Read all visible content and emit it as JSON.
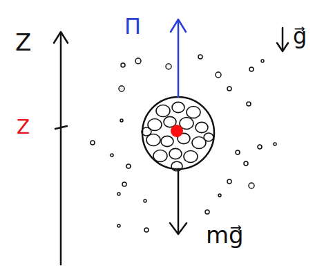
{
  "diagram": {
    "labels": [
      "Z",
      "Z",
      "Π",
      "g⃗",
      "mg⃗"
    ]
  }
}
